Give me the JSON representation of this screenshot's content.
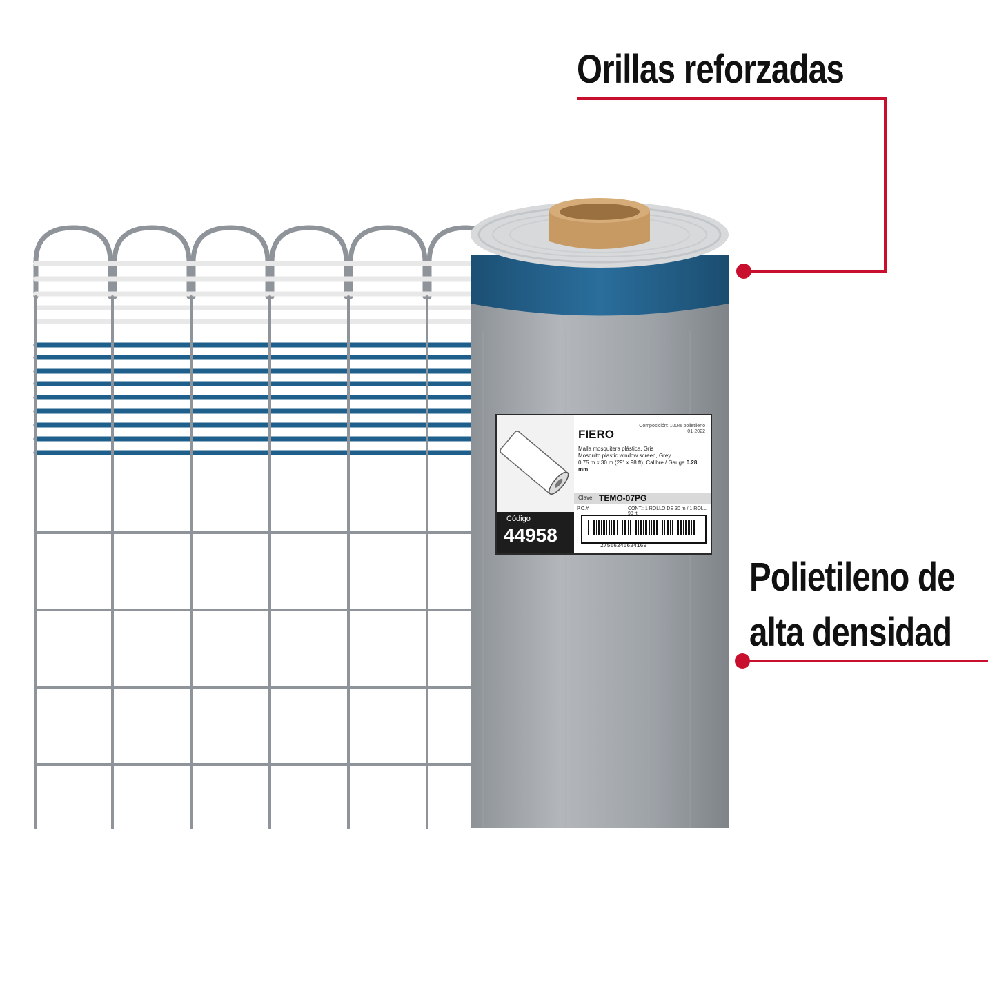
{
  "callouts": {
    "reinforced_edges": "Orillas reforzadas",
    "material_line1": "Polietileno de",
    "material_line2": "alta densidad"
  },
  "product_label": {
    "code_title": "Código",
    "code": "44958",
    "brand": "FIERO",
    "composition": "Composición: 100% polietileno",
    "date": "01-2022",
    "description_es": "Malla mosquitera plástica, Gris",
    "description_en": "Mosquito plastic window screen, Grey",
    "size": "0.75 m x 30 m (29\" x 98 ft), Calibre / Gauge",
    "gauge": "0.28 mm",
    "clave_label": "Clave:",
    "clave": "TEMO-07PG",
    "po_label": "P.O.#",
    "contents": "CONT.: 1 ROLLO DE 30 m / 1 ROLL 98 ft",
    "barcode_number": "27506240624169"
  },
  "colors": {
    "accent_red": "#c8102e",
    "edge_blue": "#1f5f8b",
    "mesh_gray": "#8a8f94",
    "text": "#111111"
  },
  "icons": [
    "roll-icon",
    "barcode-icon",
    "callout-dot-icon"
  ]
}
